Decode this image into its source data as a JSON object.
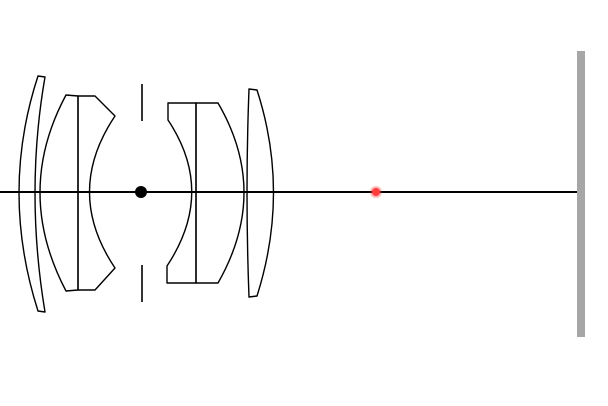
{
  "diagram": {
    "colors": {
      "background": "#ffffff",
      "lens_stroke": "#000000",
      "optical_axis": "#000000",
      "aperture_dot": "#000000",
      "focal_point": "#ff3b3b",
      "image_plane": "#a6a6a6"
    },
    "elements": [
      {
        "id": "L1",
        "type": "meniscus-lens"
      },
      {
        "id": "L2",
        "type": "cemented-doublet"
      },
      {
        "id": "STOP",
        "type": "aperture-stop"
      },
      {
        "id": "L3",
        "type": "cemented-doublet"
      },
      {
        "id": "L4",
        "type": "meniscus-lens"
      },
      {
        "id": "F",
        "type": "focal-point"
      },
      {
        "id": "IMG",
        "type": "image-plane"
      }
    ]
  }
}
